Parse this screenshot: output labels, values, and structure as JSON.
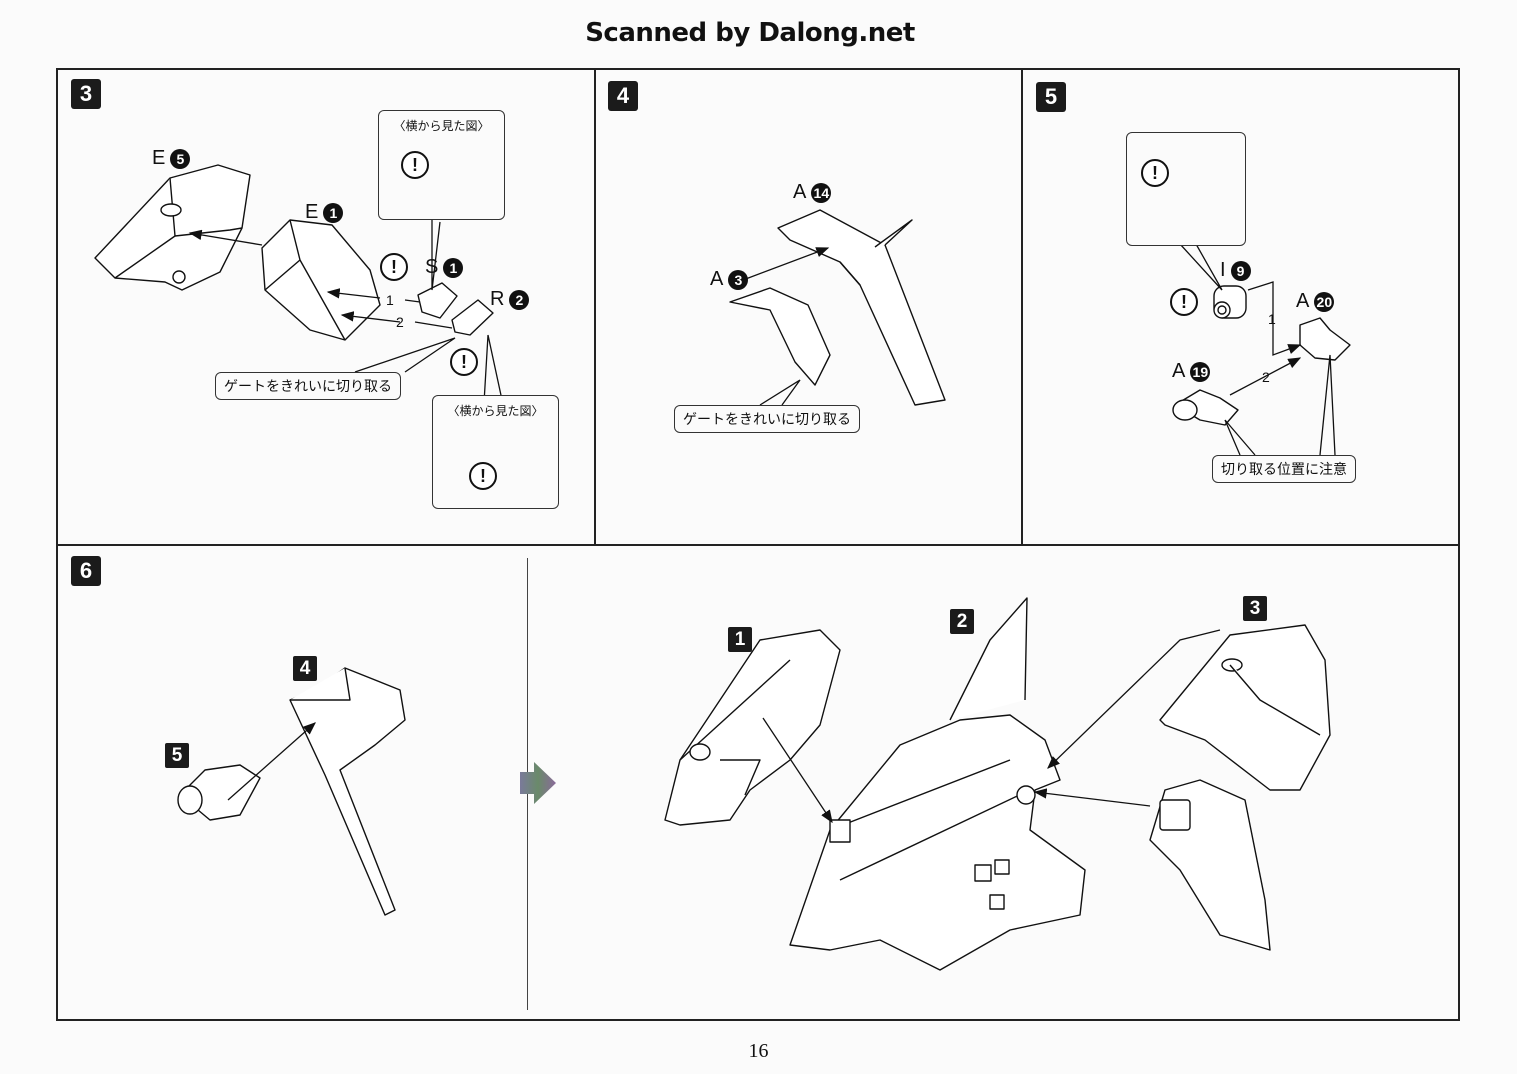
{
  "watermark": "Scanned by Dalong.net",
  "page_number": "16",
  "warning_icon": "!",
  "steps": {
    "s3": {
      "number": "3",
      "parts": [
        {
          "letter": "E",
          "num": "5"
        },
        {
          "letter": "E",
          "num": "1"
        },
        {
          "letter": "S",
          "num": "1"
        },
        {
          "letter": "R",
          "num": "2"
        }
      ],
      "order": [
        "1",
        "2"
      ],
      "side_view_title": "〈横から見た図〉",
      "gate_note": "ゲートをきれいに切り取る"
    },
    "s4": {
      "number": "4",
      "parts": [
        {
          "letter": "A",
          "num": "14"
        },
        {
          "letter": "A",
          "num": "3"
        }
      ],
      "gate_note": "ゲートをきれいに切り取る"
    },
    "s5": {
      "number": "5",
      "parts": [
        {
          "letter": "I",
          "num": "9"
        },
        {
          "letter": "A",
          "num": "20"
        },
        {
          "letter": "A",
          "num": "19"
        }
      ],
      "order": [
        "1",
        "2"
      ],
      "cut_note": "切り取る位置に注意"
    },
    "s6": {
      "number": "6",
      "sub_left": [
        "4",
        "5"
      ],
      "sub_right": [
        "1",
        "2",
        "3"
      ]
    }
  }
}
